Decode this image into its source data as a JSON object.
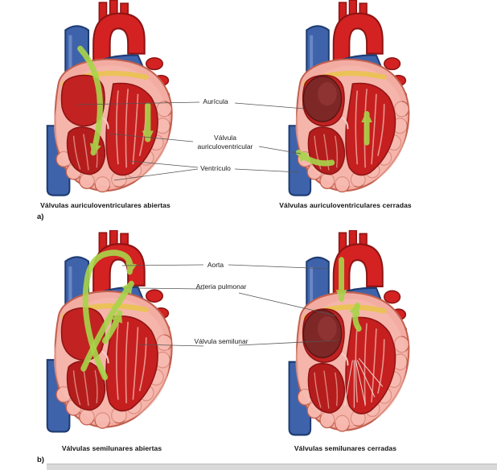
{
  "figure": {
    "panel_a": {
      "marker": "a)",
      "caption_left": "Válvulas auriculoventriculares abiertas",
      "caption_right": "Válvulas auriculoventriculares cerradas",
      "labels": {
        "atrium": "Aurícula",
        "av_valve": "Válvula auriculoventricular",
        "ventricle": "Ventrículo"
      }
    },
    "panel_b": {
      "marker": "b)",
      "caption_left": "Válvulas semilunares abiertas",
      "caption_right": "Válvulas semilunares cerradas",
      "labels": {
        "aorta": "Aorta",
        "pulmonary_artery": "Arteria pulmonar",
        "semilunar_valve": "Válvula semilunar"
      }
    }
  },
  "colors": {
    "flow_arrow_green": "#a8d54a",
    "chamber_red": "#c61f1f",
    "aorta_red": "#d42222",
    "vessel_blue": "#3f63ab",
    "myocardium_pink": "#f3aca2",
    "outline_maroon": "#8d1414",
    "label_text": "#1a1a1a"
  }
}
